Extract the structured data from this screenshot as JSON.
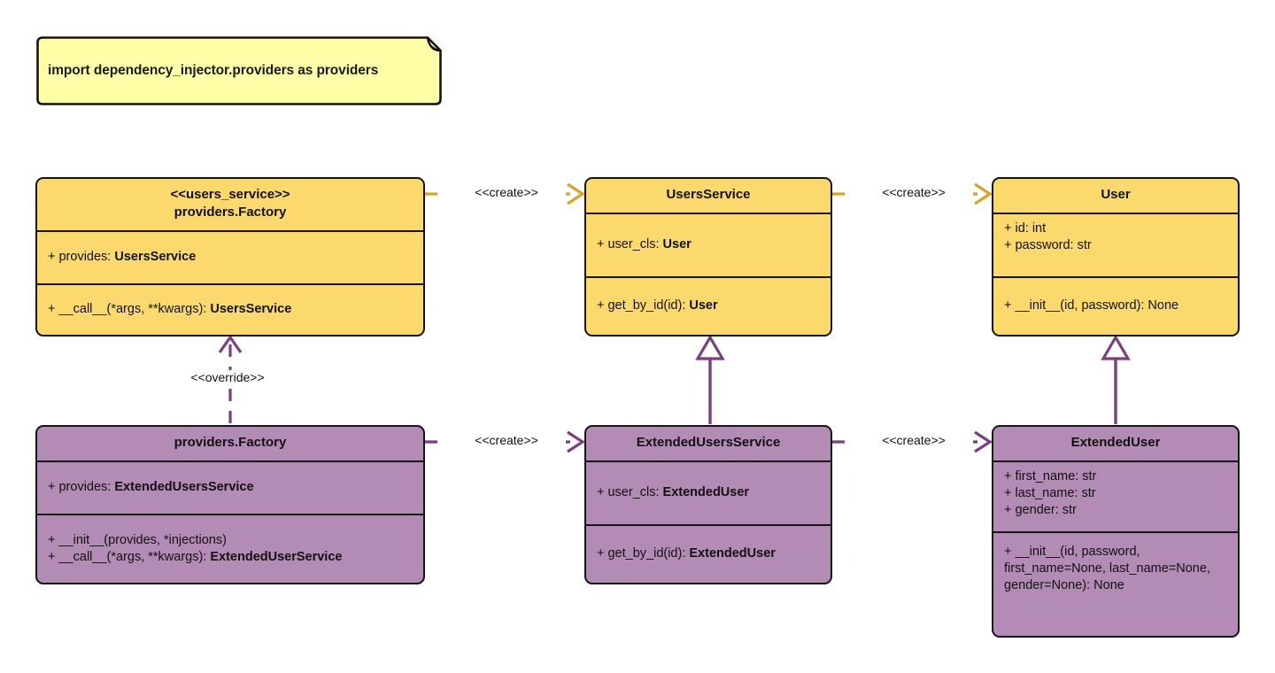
{
  "diagram": {
    "title": "dependency_injector providers UML class diagram",
    "colors": {
      "yellow_fill": "#fbd96d",
      "purple_fill": "#b28cb4",
      "note_fill": "#ffffa8",
      "outline": "#141414",
      "yellow_connector": "#d9a521",
      "purple_connector": "#7b3f7f"
    }
  },
  "note": {
    "text": "import dependency_injector.providers as providers"
  },
  "classes": {
    "users_service_factory": {
      "stereotype": "<<users_service>>",
      "name": "providers.Factory",
      "attributes": [
        {
          "prefix": "+ provides: ",
          "type": "UsersService"
        }
      ],
      "methods": [
        {
          "prefix": "+ __call__(*args, **kwargs): ",
          "type": "UsersService"
        }
      ]
    },
    "users_service": {
      "stereotype": "",
      "name": "UsersService",
      "attributes": [
        {
          "prefix": "+ user_cls: ",
          "type": "User"
        }
      ],
      "methods": [
        {
          "prefix": "+ get_by_id(id): ",
          "type": "User"
        }
      ]
    },
    "user": {
      "stereotype": "",
      "name": "User",
      "attributes": [
        {
          "prefix": "+ id: int",
          "type": ""
        },
        {
          "prefix": "+ password: str",
          "type": ""
        }
      ],
      "methods": [
        {
          "prefix": "+ __init__(id, password): None",
          "type": ""
        }
      ]
    },
    "extended_factory": {
      "stereotype": "",
      "name": "providers.Factory",
      "attributes": [
        {
          "prefix": "+ provides: ",
          "type": "ExtendedUsersService"
        }
      ],
      "methods": [
        {
          "prefix": "+ __init__(provides, *injections)",
          "type": ""
        },
        {
          "prefix": "+ __call__(*args, **kwargs): ",
          "type": "ExtendedUserService"
        }
      ]
    },
    "extended_users_service": {
      "stereotype": "",
      "name": "ExtendedUsersService",
      "attributes": [
        {
          "prefix": "+ user_cls: ",
          "type": "ExtendedUser"
        }
      ],
      "methods": [
        {
          "prefix": "+ get_by_id(id): ",
          "type": "ExtendedUser"
        }
      ]
    },
    "extended_user": {
      "stereotype": "",
      "name": "ExtendedUser",
      "attributes": [
        {
          "prefix": "+ first_name: str",
          "type": ""
        },
        {
          "prefix": "+ last_name: str",
          "type": ""
        },
        {
          "prefix": "+ gender: str",
          "type": ""
        }
      ],
      "methods": [
        {
          "prefix": "+ __init__(id, password, first_name=None, last_name=None, gender=None): None",
          "type": ""
        }
      ]
    }
  },
  "connectors": {
    "create_top_left": {
      "label": "<<create>>",
      "style": "dashed",
      "arrow": "open",
      "color": "#d9a521"
    },
    "create_top_right": {
      "label": "<<create>>",
      "style": "dashed",
      "arrow": "open",
      "color": "#d9a521"
    },
    "create_bottom_left": {
      "label": "<<create>>",
      "style": "dashed",
      "arrow": "open",
      "color": "#7b3f7f"
    },
    "create_bottom_right": {
      "label": "<<create>>",
      "style": "dashed",
      "arrow": "open",
      "color": "#7b3f7f"
    },
    "override": {
      "label": "<<override>>",
      "style": "dashed",
      "arrow": "open",
      "color": "#7b3f7f"
    },
    "inherit_service": {
      "label": "",
      "style": "solid",
      "arrow": "hollow-triangle",
      "color": "#7b3f7f"
    },
    "inherit_user": {
      "label": "",
      "style": "solid",
      "arrow": "hollow-triangle",
      "color": "#7b3f7f"
    }
  }
}
